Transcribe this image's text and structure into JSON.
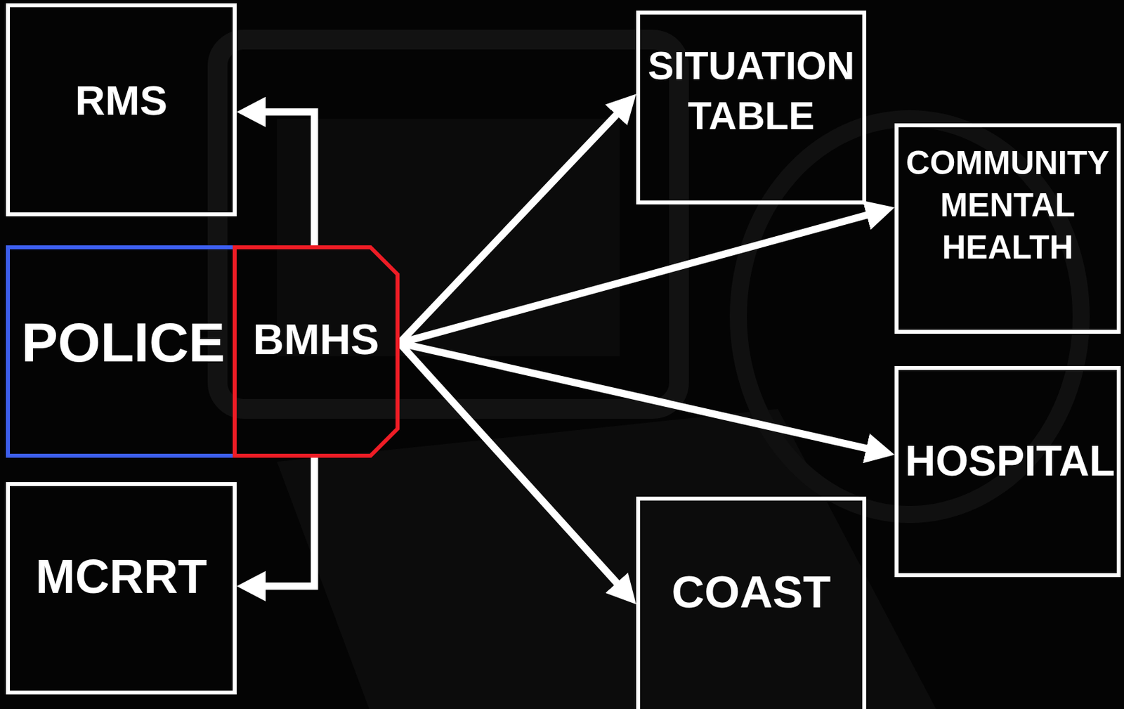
{
  "diagram": {
    "nodes": [
      {
        "text": [
          "RMS"
        ]
      },
      {
        "text": [
          "POLICE"
        ]
      },
      {
        "text": [
          "BMHS"
        ]
      },
      {
        "text": [
          "MCRRT"
        ]
      },
      {
        "text": [
          "SITUATION TABLE"
        ]
      },
      {
        "text": [
          "COMMUNITY MENTAL HEALTH"
        ]
      },
      {
        "text": [
          "HOSPITAL"
        ]
      },
      {
        "text": [
          "COAST"
        ]
      }
    ],
    "edges": [
      {
        "from": 2,
        "to": 0,
        "arrow": "to"
      },
      {
        "from": 2,
        "to": 3,
        "arrow": "to"
      },
      {
        "from": 2,
        "to": 4,
        "arrow": "to"
      },
      {
        "from": 2,
        "to": 5,
        "arrow": "to"
      },
      {
        "from": 2,
        "to": 6,
        "arrow": "to"
      },
      {
        "from": 2,
        "to": 7,
        "arrow": "to"
      }
    ]
  }
}
